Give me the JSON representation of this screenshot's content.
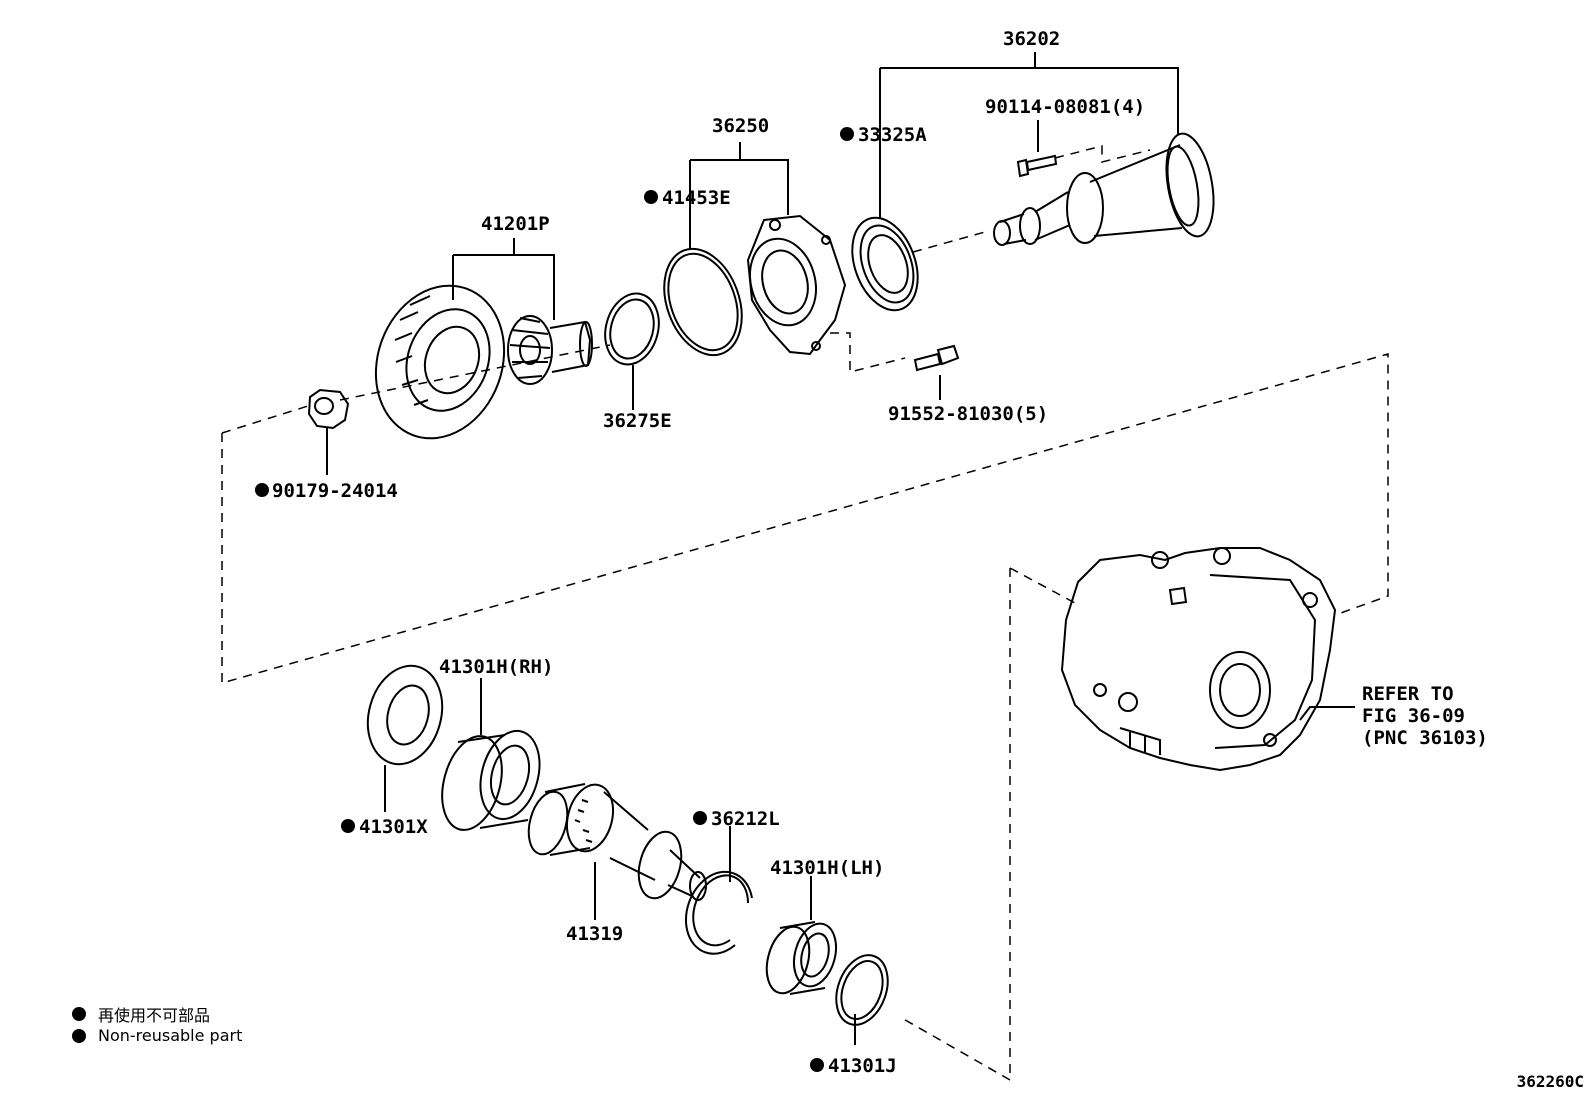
{
  "marker_color": "#000000",
  "labels": {
    "p36202": "36202",
    "p90114": "90114-08081(4)",
    "p33325A": "33325A",
    "p36250": "36250",
    "p41453E": "41453E",
    "p41201P": "41201P",
    "p36275E": "36275E",
    "p91552": "91552-81030(5)",
    "p90179": "90179-24014",
    "p41301H_RH": "41301H(RH)",
    "p41301X": "41301X",
    "p36212L": "36212L",
    "p41301H_LH": "41301H(LH)",
    "p41319": "41319",
    "p41301J": "41301J",
    "refer_line1": "REFER TO",
    "refer_line2": "FIG 36-09",
    "refer_line3": "(PNC 36103)"
  },
  "legend": {
    "jp": "再使用不可部品",
    "en": "Non-reusable part"
  },
  "figure_code": "362260C"
}
